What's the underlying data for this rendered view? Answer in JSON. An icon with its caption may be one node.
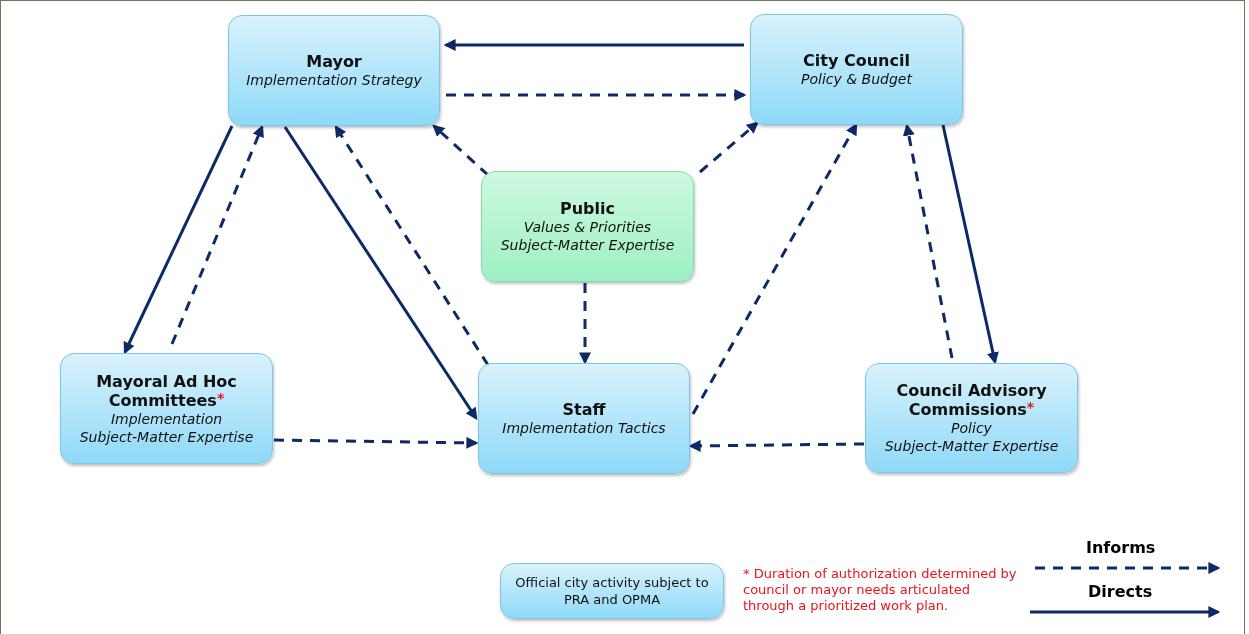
{
  "diagram": {
    "nodes": [
      {
        "text": [
          "Mayor",
          "Implementation Strategy"
        ]
      },
      {
        "text": [
          "City Council",
          "Policy & Budget"
        ]
      },
      {
        "text": [
          "Public",
          "Values & Priorities",
          "Subject-Matter Expertise"
        ]
      },
      {
        "text": [
          "Mayoral Ad Hoc Committees$^{*}$",
          "Implementation",
          "Subject-Matter Expertise"
        ]
      },
      {
        "text": [
          "Staff",
          "Implementation Tactics"
        ]
      },
      {
        "text": [
          "Council Advisory Commissions$^{*}$",
          "Policy",
          "Subject-Matter Expertise"
        ]
      },
      {
        "text": [
          "Official city activity subject to PRA and OPMA"
        ]
      }
    ],
    "edges": [
      {
        "from": 1,
        "to": 0,
        "arrow": "to"
      },
      {
        "from": 0,
        "to": 1,
        "arrow": "to",
        "style": "dashed"
      },
      {
        "from": 2,
        "to": 0,
        "arrow": "to",
        "style": "dashed"
      },
      {
        "from": 2,
        "to": 1,
        "arrow": "to",
        "style": "dashed"
      },
      {
        "from": 2,
        "to": 4,
        "arrow": "to",
        "style": "dashed"
      },
      {
        "from": 0,
        "to": 3,
        "arrow": "to"
      },
      {
        "from": 3,
        "to": 0,
        "arrow": "to",
        "style": "dashed"
      },
      {
        "from": 0,
        "to": 4,
        "arrow": "to"
      },
      {
        "from": 4,
        "to": 0,
        "arrow": "to",
        "style": "dashed"
      },
      {
        "from": 4,
        "to": 1,
        "arrow": "to",
        "style": "dashed"
      },
      {
        "from": 1,
        "to": 5,
        "arrow": "to"
      },
      {
        "from": 5,
        "to": 1,
        "arrow": "to",
        "style": "dashed"
      },
      {
        "from": 3,
        "to": 4,
        "arrow": "to",
        "style": "dashed"
      },
      {
        "from": 5,
        "to": 4,
        "arrow": "to",
        "style": "dashed"
      }
    ],
    "labels": [
      "* Duration of authorization determined by council or mayor needs articulated through a prioritized work plan."
    ],
    "legend": [
      {
        "text": "Informs"
      },
      {
        "text": "Directs"
      }
    ]
  }
}
